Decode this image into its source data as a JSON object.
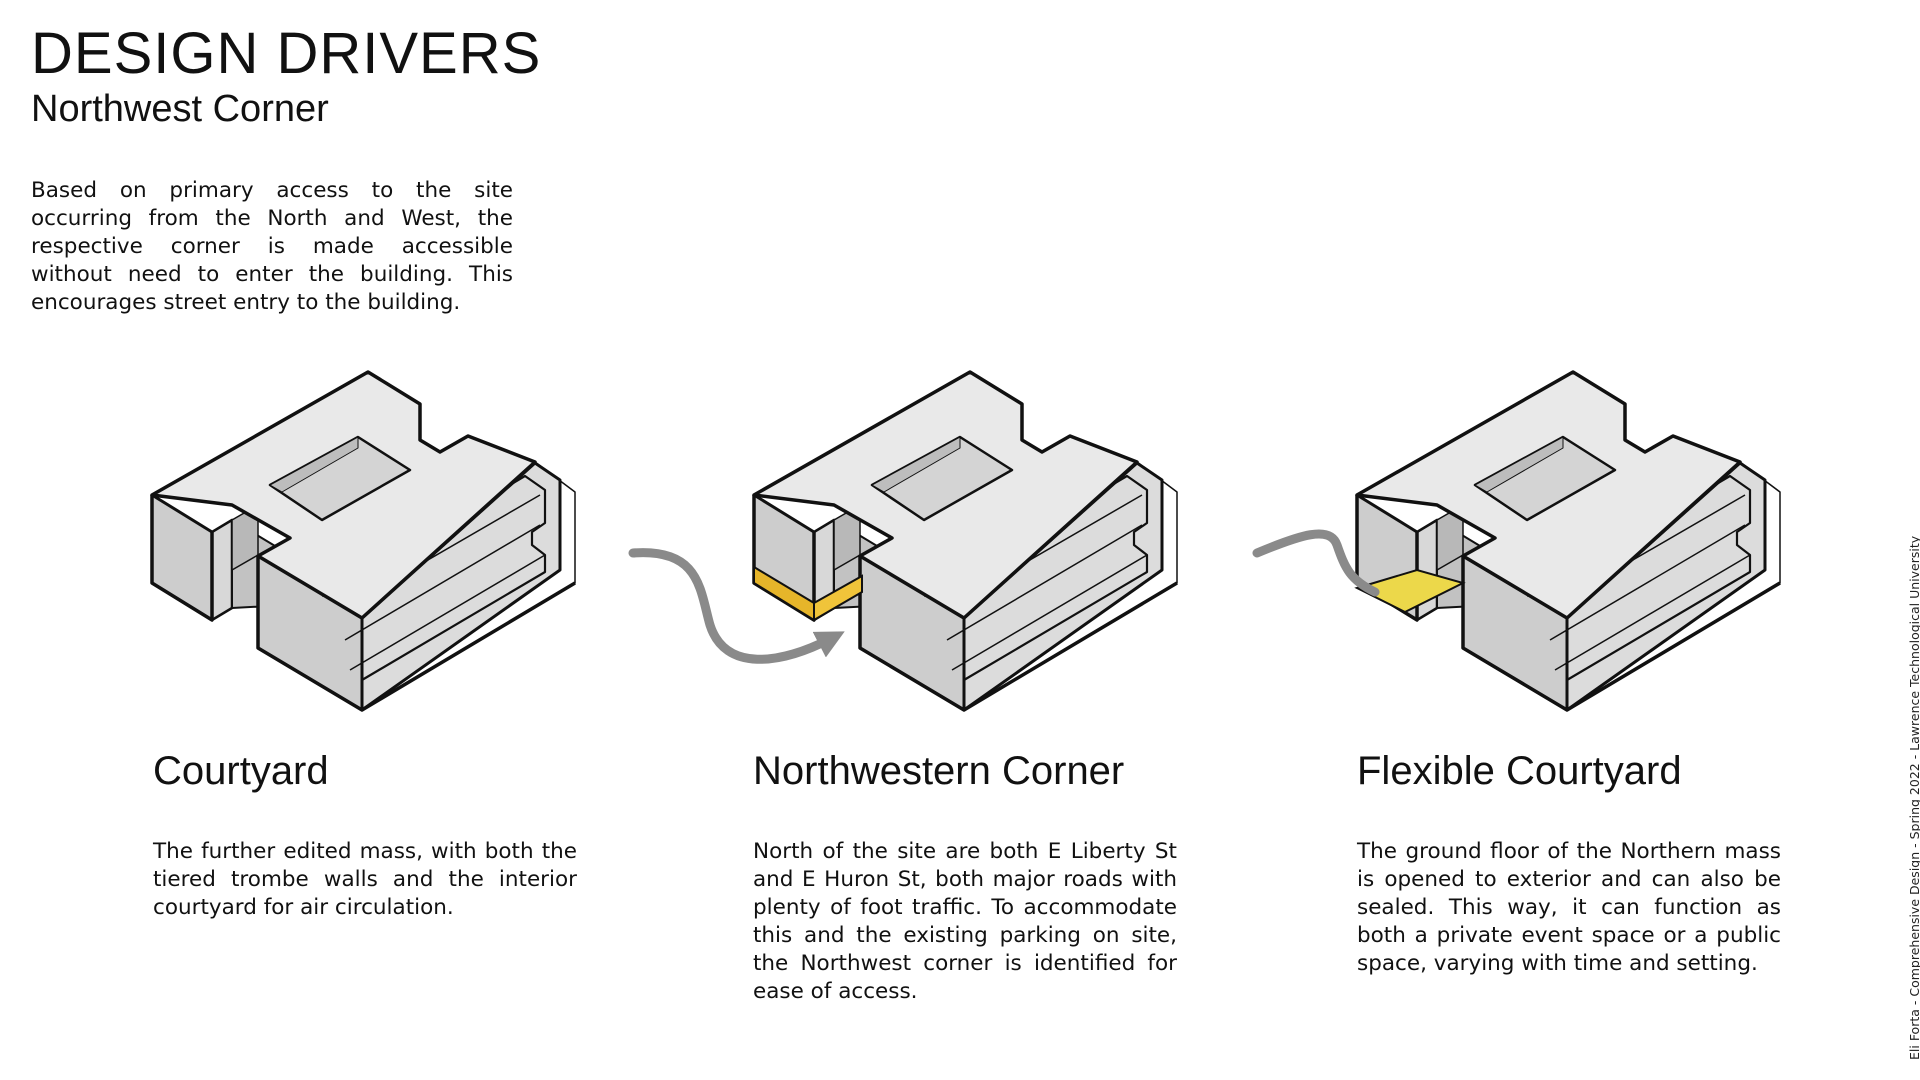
{
  "header": {
    "title": "DESIGN DRIVERS",
    "subtitle": "Northwest Corner"
  },
  "intro": "Based on primary access to the site occurring from the North and West, the respective corner is made accessible without need to enter the building. This encourages street entry to the building.",
  "columns": [
    {
      "title": "Courtyard",
      "text": "The further edited mass, with both the tiered trombe walls and the interior courtyard for air circulation."
    },
    {
      "title": "Northwestern Corner",
      "text": "North of the site are both E Liberty St and E Huron St, both major roads with plenty of foot traffic. To accommodate this and the existing parking on site, the Northwest corner is identified for ease of access."
    },
    {
      "title": "Flexible Courtyard",
      "text": "The ground floor of the Northern mass is opened to exterior and can also be sealed. This way, it can function as both a private event space or a public space, varying with time and setting."
    }
  ],
  "credits": "Eli Forta - Comprehensive Design - Spring 2022 - Lawrence Technological University",
  "colors": {
    "highlight_corner": "#e6b52a",
    "highlight_courtyard": "#ecd84a",
    "mass_top": "#e9e9e9",
    "mass_left": "#cdcdcd",
    "mass_right": "#dcdcdc",
    "arrow": "#8a8a8a"
  }
}
